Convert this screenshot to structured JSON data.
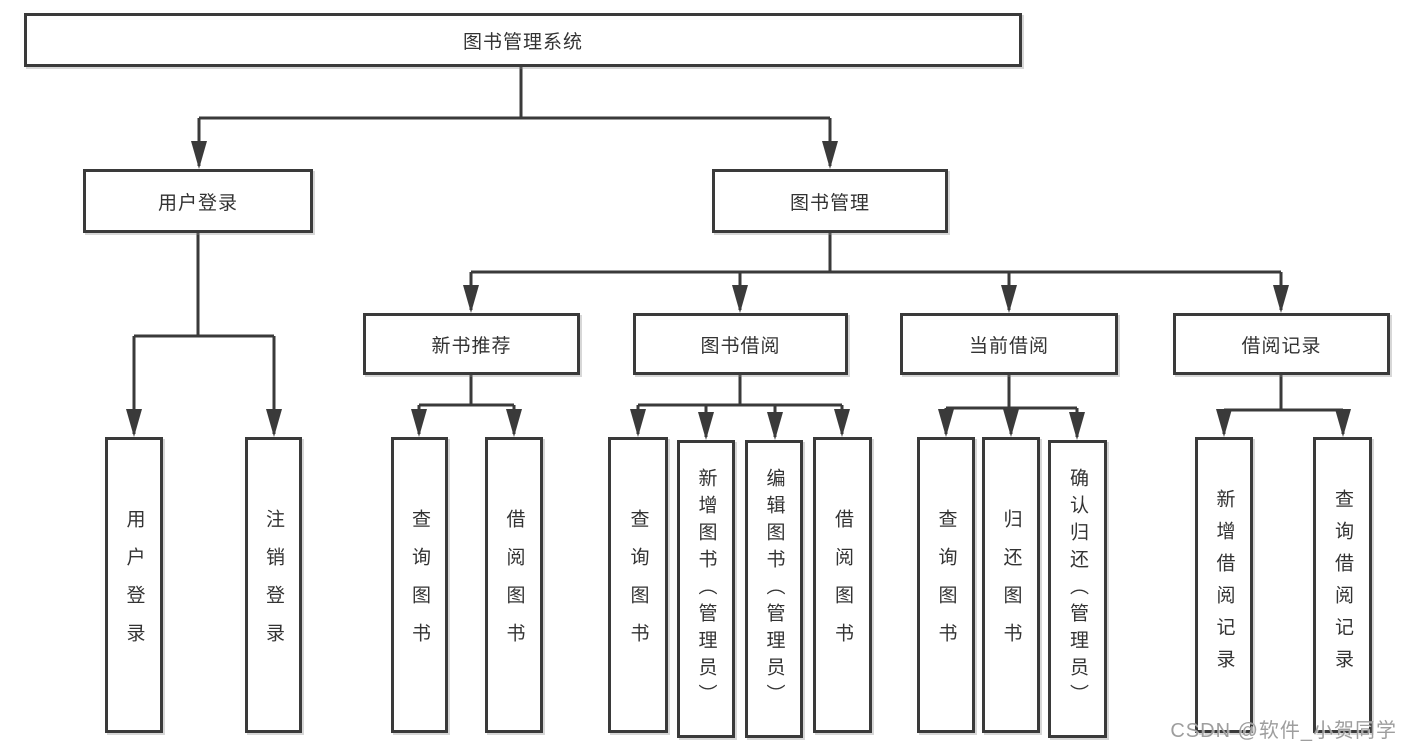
{
  "nodes": {
    "root": "图书管理系统",
    "level2": [
      "用户登录",
      "图书管理"
    ],
    "level3": [
      "新书推荐",
      "图书借阅",
      "当前借阅",
      "借阅记录"
    ],
    "leaves": {
      "user_login": [
        "用户登录",
        "注销登录"
      ],
      "new_book_rec": [
        "查询图书",
        "借阅图书"
      ],
      "book_borrow": [
        "查询图书",
        "新增图书（管理员）",
        "编辑图书（管理员）",
        "借阅图书"
      ],
      "current_borrow": [
        "查询图书",
        "归还图书",
        "确认归还（管理员）"
      ],
      "borrow_record": [
        "新增借阅记录",
        "查询借阅记录"
      ]
    }
  },
  "watermark": "CSDN @软件_小贺同学",
  "colors": {
    "line": "#3a3a3a",
    "text": "#333333",
    "background": "#ffffff",
    "watermark": "#9e9e9e"
  }
}
